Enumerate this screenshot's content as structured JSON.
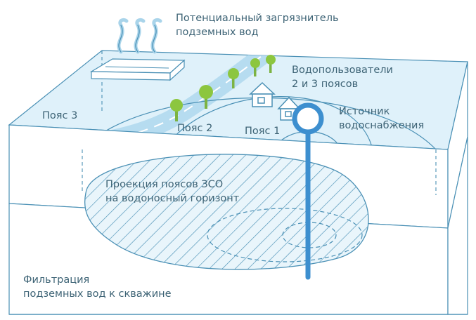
{
  "labels": {
    "pollutant_line1": "Потенциальный загрязнитель",
    "pollutant_line2": "подземных вод",
    "users_line1": "Водопользователи",
    "users_line2": "2 и 3 поясов",
    "source_line1": "Источник",
    "source_line2": "водоснабжения",
    "zone1": "Пояс 1",
    "zone2": "Пояс 2",
    "zone3": "Пояс 3",
    "projection_line1": "Проекция поясов ЗСО",
    "projection_line2": "на водоносный горизонт",
    "filtration_line1": "Фильтрация",
    "filtration_line2": "подземных вод к скважине"
  },
  "colors": {
    "surface": "#dff1fa",
    "stroke": "#4a90b5",
    "water": "#b6dcf0",
    "pipe": "#3d8fcf",
    "tree": "#8cc63f",
    "trunk": "#7cb342",
    "text": "#3d6375"
  },
  "icons": [
    "factory-icon",
    "smoke-icon",
    "house-icon",
    "tree-icon",
    "well-icon"
  ]
}
